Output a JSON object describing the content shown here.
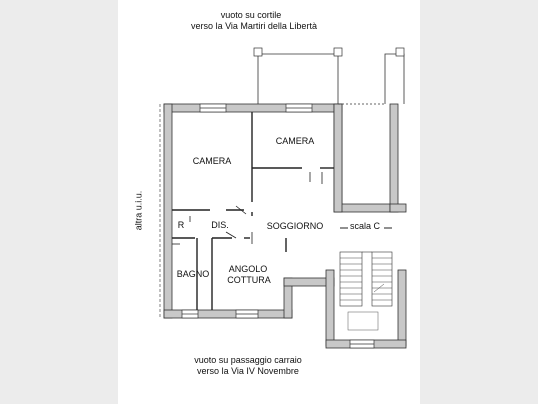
{
  "notes": {
    "top_line1": "vuoto su cortile",
    "top_line2": "verso la Via Martiri della Libertà",
    "bottom_line1": "vuoto su passaggio carraio",
    "bottom_line2": "verso la Via IV Novembre",
    "side": "altra u.i.u."
  },
  "rooms": {
    "camera_left": "CAMERA",
    "camera_right": "CAMERA",
    "soggiorno": "SOGGIORNO",
    "disimpegno": "DIS.",
    "ripostiglio": "R",
    "bagno": "BAGNO",
    "cucina_line1": "ANGOLO",
    "cucina_line2": "COTTURA",
    "scala": "scala C"
  },
  "colors": {
    "wall_fill": "#c8c8c8",
    "wall_stroke": "#333333",
    "background": "#ececec",
    "sheet": "#ffffff"
  }
}
